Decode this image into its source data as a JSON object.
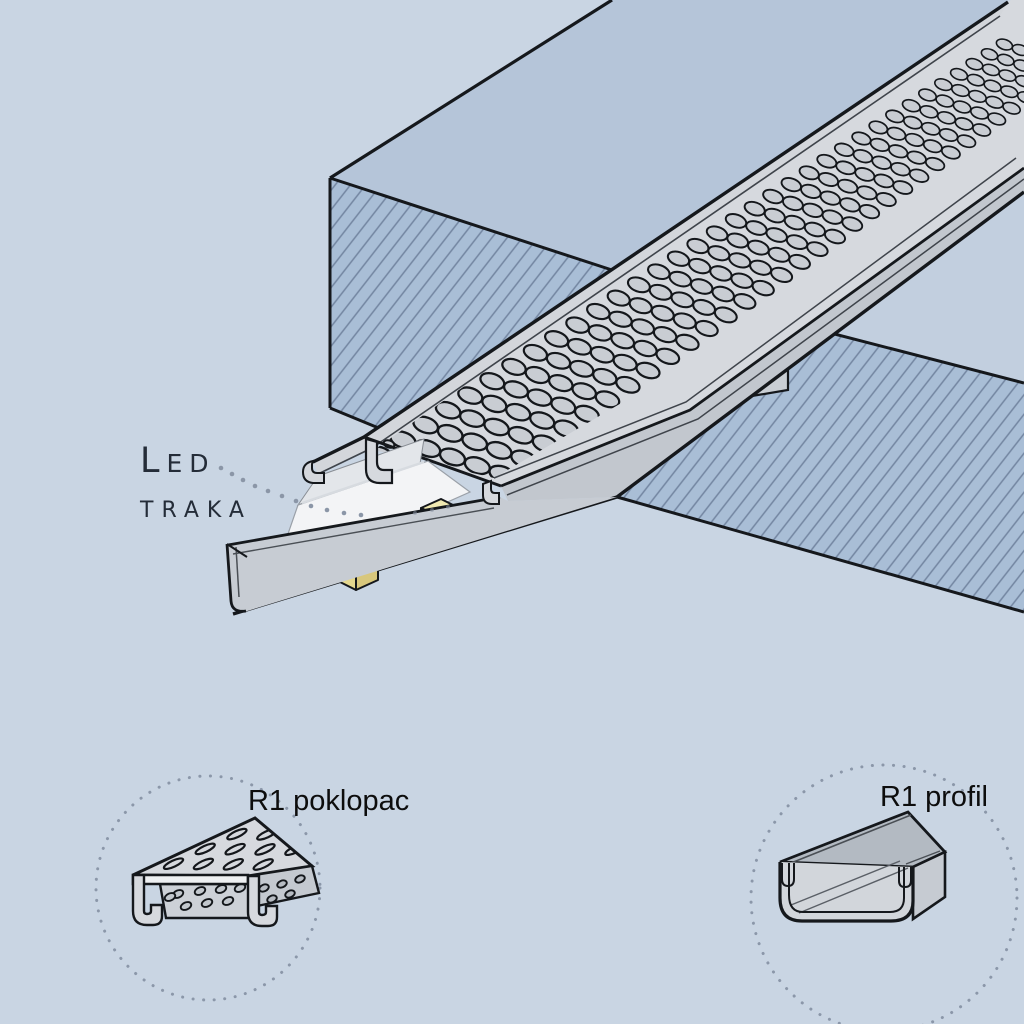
{
  "illustration": {
    "labels": {
      "led_label_line1": "Led",
      "led_label_line2": "traka",
      "detail_cover_label": "R1 poklopac",
      "detail_profile_label": "R1 profil"
    },
    "colors": {
      "background": "#c9d5e3",
      "panel_top_face": "#b5c5d9",
      "panel_top_face_right": "#c2cfdf",
      "panel_hatch_face": "#a9bed6",
      "hatch_line": "#7285a0",
      "metal_face": "#d6d9de",
      "metal_side": "#c2c7ce",
      "metal_rim": "#d3d6db",
      "led_pcb": "#f3f4f6",
      "led_chip_top": "#f0e9b2",
      "led_chip_front": "#e4d78e",
      "led_chip_side": "#d8c77c",
      "outline": "#15181c",
      "leader_dot": "#8b96a7"
    }
  }
}
